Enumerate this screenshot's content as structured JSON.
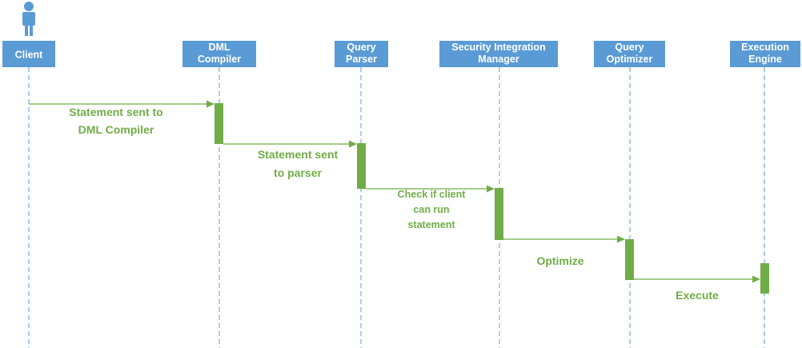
{
  "colors": {
    "lifeline": "#5b9bd5",
    "header": "#5b9bd5",
    "activation": "#70ad47",
    "message": "#70ad47"
  },
  "actor_icon": "person-icon",
  "participants": [
    {
      "id": "client",
      "lines": [
        "Client"
      ]
    },
    {
      "id": "dml-compiler",
      "lines": [
        "DML",
        "Compiler"
      ]
    },
    {
      "id": "query-parser",
      "lines": [
        "Query",
        "Parser"
      ]
    },
    {
      "id": "security-integration-manager",
      "lines": [
        "Security Integration",
        "Manager"
      ]
    },
    {
      "id": "query-optimizer",
      "lines": [
        "Query",
        "Optimizer"
      ]
    },
    {
      "id": "execution-engine",
      "lines": [
        "Execution",
        "Engine"
      ]
    }
  ],
  "messages": [
    {
      "from": "client",
      "to": "dml-compiler",
      "lines": [
        "Statement sent to",
        "DML Compiler"
      ]
    },
    {
      "from": "dml-compiler",
      "to": "query-parser",
      "lines": [
        "Statement sent",
        "to parser"
      ]
    },
    {
      "from": "query-parser",
      "to": "security-integration-manager",
      "lines": [
        "Check if client",
        "can run",
        "statement"
      ]
    },
    {
      "from": "security-integration-manager",
      "to": "query-optimizer",
      "lines": [
        "Optimize"
      ]
    },
    {
      "from": "query-optimizer",
      "to": "execution-engine",
      "lines": [
        "Execute"
      ]
    }
  ]
}
